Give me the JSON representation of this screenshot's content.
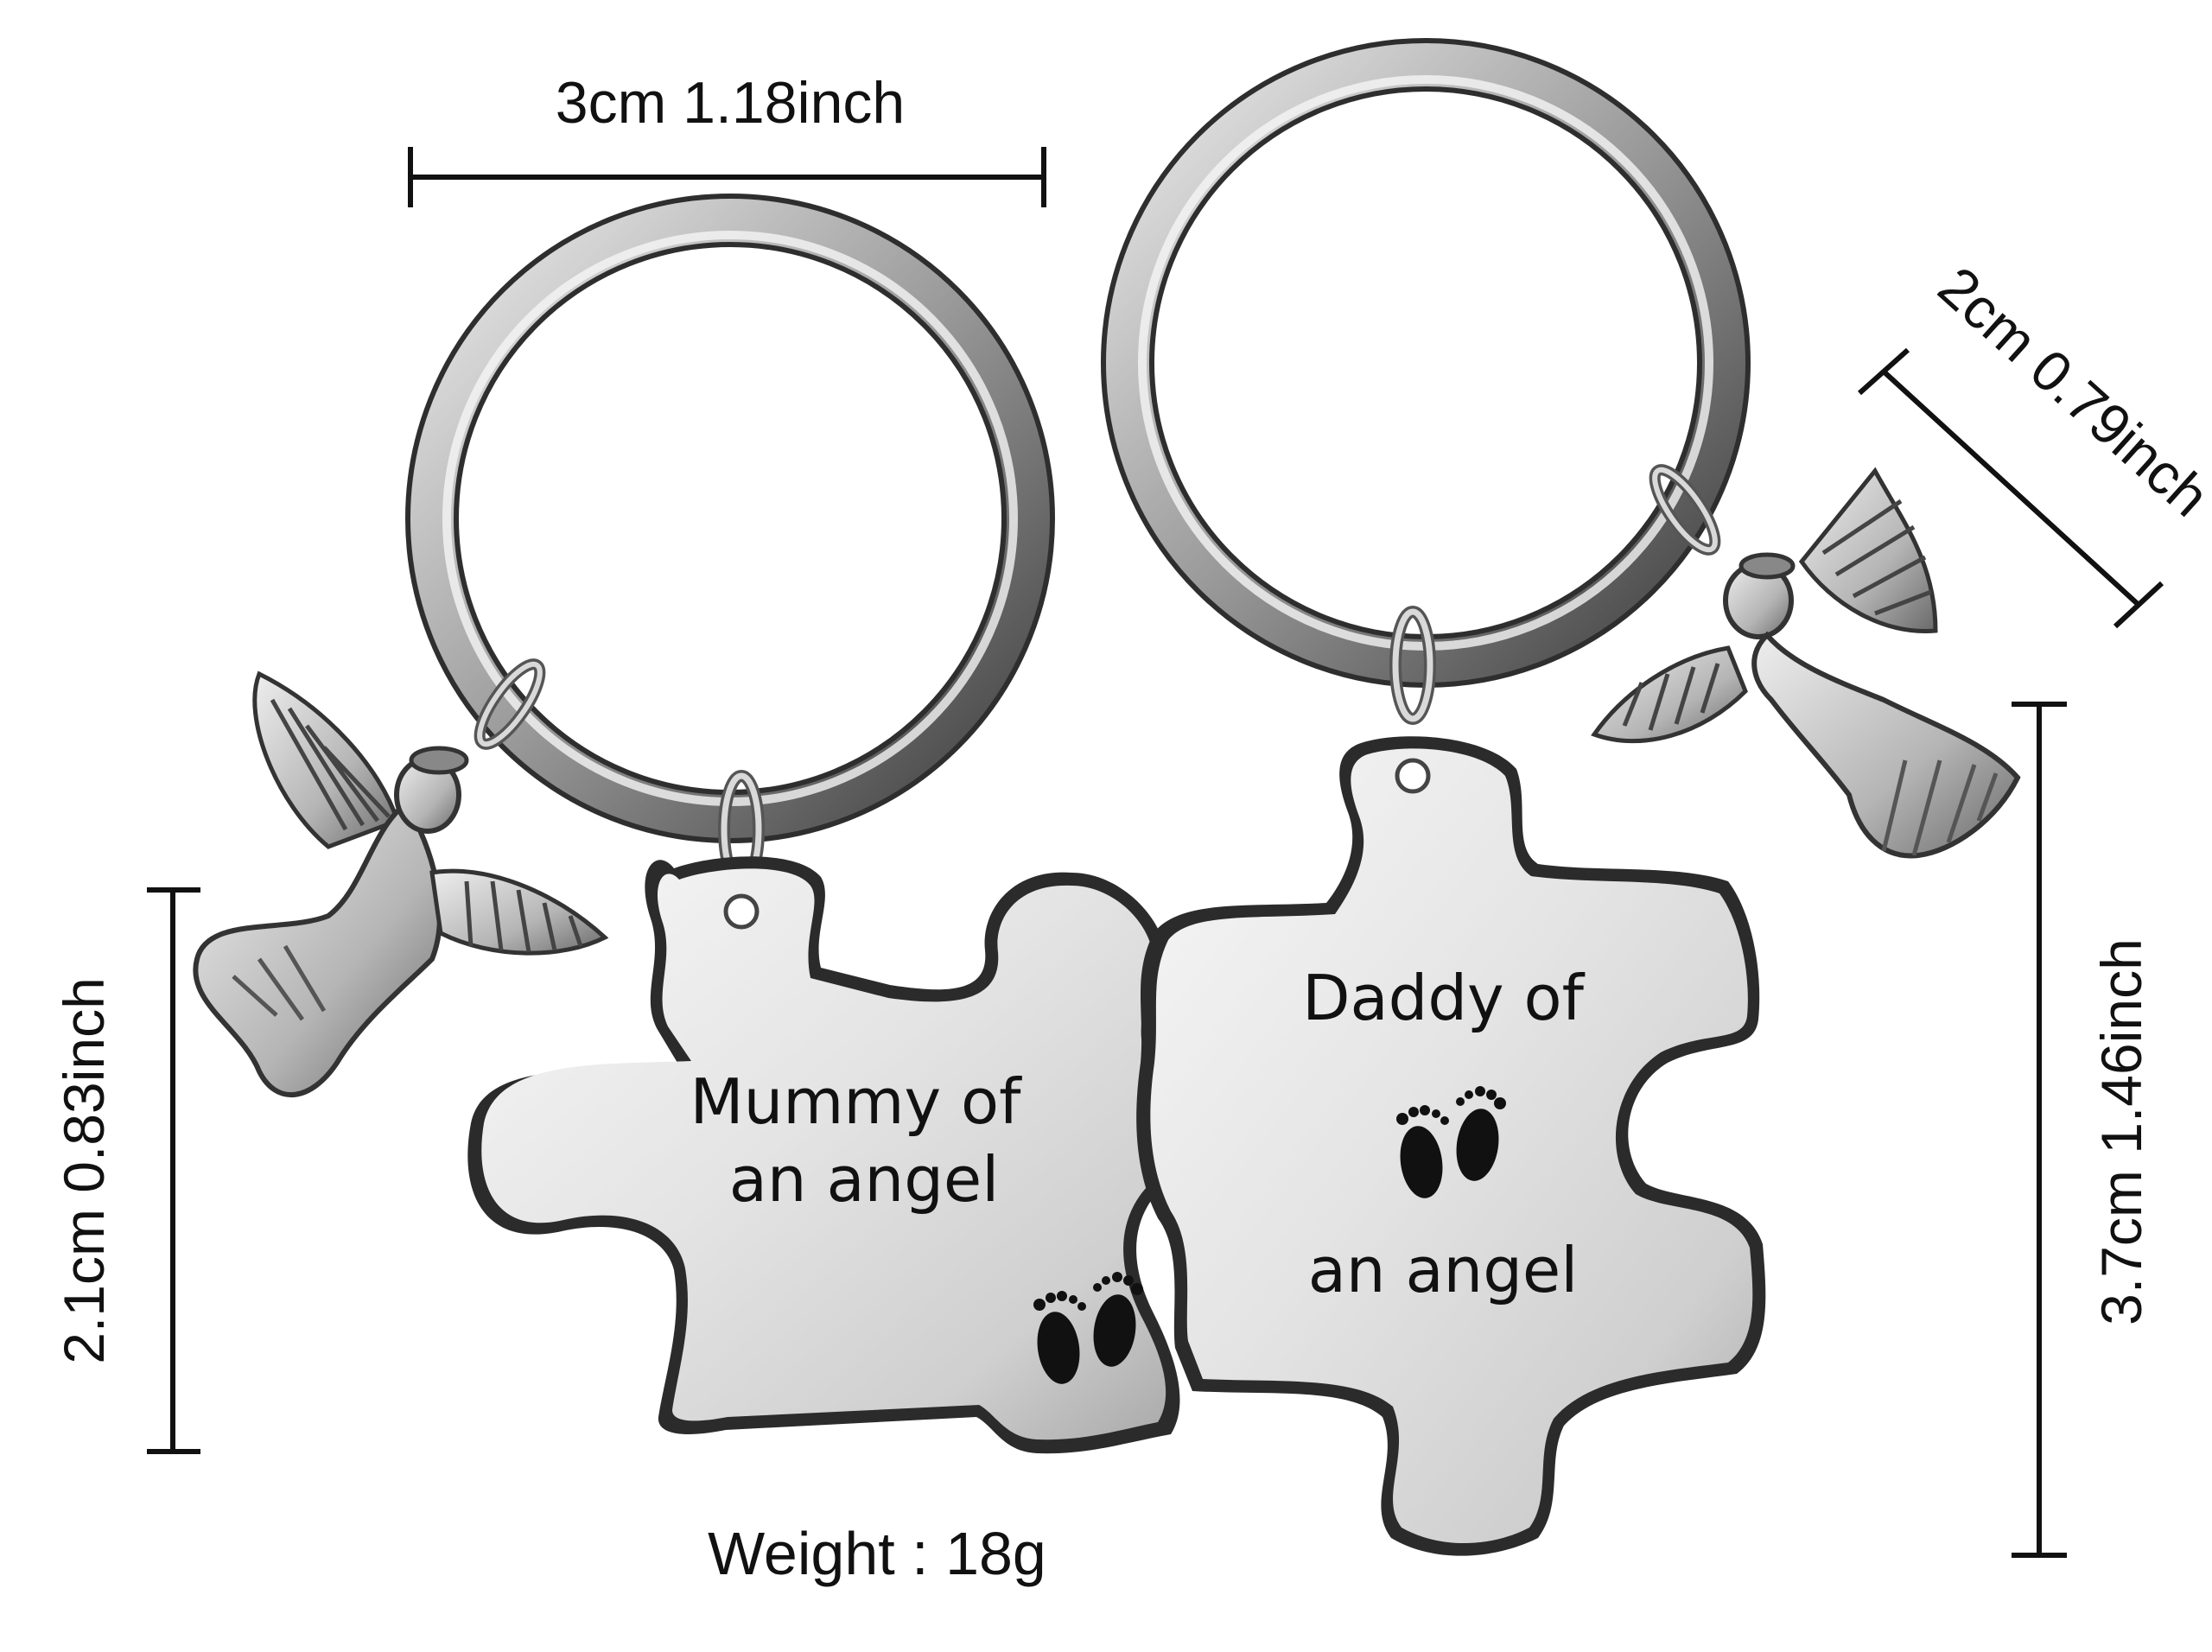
{
  "colors": {
    "background": "#ffffff",
    "metal_light": "#f2f2f2",
    "metal_mid": "#c8c8c8",
    "metal_dark": "#5a5a5a",
    "ink": "#111111"
  },
  "dimensions": {
    "ring_width": "3cm 1.18inch",
    "charm_width": "2cm 0.79inch",
    "left_tag_height": "2.1cm 0.83inch",
    "right_tag_height": "3.7cm 1.46inch"
  },
  "weight": "Weight : 18g",
  "left_tag": {
    "line1": "Mummy of",
    "line2": "an angel"
  },
  "right_tag": {
    "line1": "Daddy of",
    "line2": "an angel"
  },
  "icons": [
    "keyring-icon",
    "angel-charm-icon",
    "puzzle-piece-icon",
    "baby-footprints-icon"
  ]
}
